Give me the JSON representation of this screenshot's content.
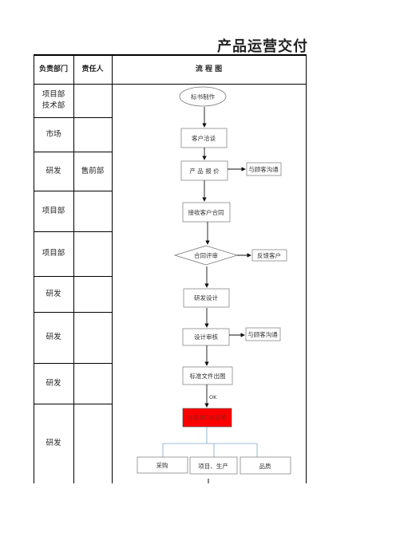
{
  "title": "产品运营交付",
  "headers": {
    "dept": "负责部门",
    "person": "责任人",
    "flow": "流 程 图"
  },
  "rows": [
    {
      "dept": "项目部\n技术部",
      "person": ""
    },
    {
      "dept": "市场",
      "person": ""
    },
    {
      "dept": "研发",
      "person": "售前部"
    },
    {
      "dept": "项目部",
      "person": ""
    },
    {
      "dept": "项目部",
      "person": ""
    },
    {
      "dept": "研发",
      "person": ""
    },
    {
      "dept": "研发",
      "person": ""
    },
    {
      "dept": "研发",
      "person": ""
    },
    {
      "dept": "研发",
      "person": ""
    }
  ],
  "flow": {
    "start": "标书制作",
    "step_negotiate": "客户洽谈",
    "step_quote": "产 品 报 价",
    "note_quote": "与顾客沟通",
    "step_contract": "接收客户合同",
    "decision_review": "合同评审",
    "note_review": "反馈客户",
    "step_design": "研发设计",
    "step_design_review": "设计审核",
    "note_design_review": "与顾客沟通",
    "step_standard": "标准文件出图",
    "label_ok": "OK",
    "step_bom": "分发BOM清单",
    "branch_purchase": "采购",
    "branch_production": "项目、生产",
    "branch_quality": "品质"
  },
  "colors": {
    "bom_fill": "#ff0000",
    "branch_line": "#7ba7cc"
  }
}
